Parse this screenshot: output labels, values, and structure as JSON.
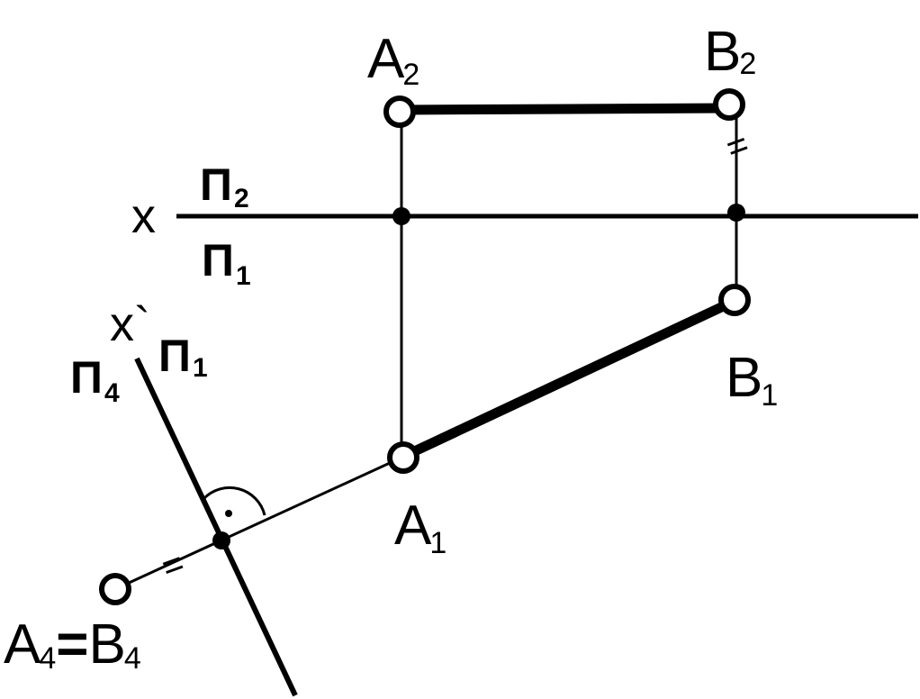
{
  "labels": {
    "a2": {
      "main": "A",
      "sub": "2"
    },
    "b2": {
      "main": "B",
      "sub": "2"
    },
    "b1": {
      "main": "B",
      "sub": "1"
    },
    "a1": {
      "main": "A",
      "sub": "1"
    },
    "a4b4": {
      "a": "A",
      "a_sub": "4",
      "eq": "=",
      "b": "B",
      "b_sub": "4"
    },
    "x_axis": "x",
    "x_new_axis": "x`",
    "pi2": {
      "main": "П",
      "sub": "2"
    },
    "pi1_top": {
      "main": "П",
      "sub": "1"
    },
    "pi4": {
      "main": "П",
      "sub": "4"
    },
    "pi1_new": {
      "main": "П",
      "sub": "1"
    },
    "equal_mark_top": "=",
    "equal_mark_bottom": "="
  },
  "colors": {
    "ink": "#000000",
    "background": "#ffffff"
  }
}
